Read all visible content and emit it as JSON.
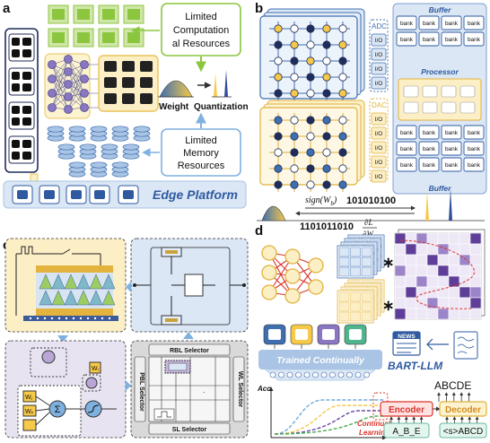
{
  "panels": {
    "a": {
      "label": "a",
      "comp_box": [
        "Limited",
        "Computation",
        "al Resources"
      ],
      "mem_box": [
        "Limited",
        "Memory",
        "Resources"
      ],
      "weight_label": "Weight",
      "quant_label": "Quantization",
      "edge_label": "Edge Platform"
    },
    "b": {
      "label": "b",
      "adc": "ADC",
      "dac": "DAC",
      "io": "I/O",
      "buffer": "Buffer",
      "processor": "Processor",
      "bank": "bank",
      "sign_expr": "sign(W",
      "sign_sub": "b",
      "bits_top": "101010100",
      "bits_bottom": "1101011010",
      "grad_num": "∂L",
      "grad_den": "∂W",
      "grad_sub": "e"
    },
    "c": {
      "label": "c",
      "rbl_selector": "RBL Selector",
      "pbl_selector": "PBL Selector",
      "wl_selector": "WL Selector",
      "sl_selector": "SL Selector",
      "w_labels": [
        "Wᵢ",
        "Wⱼ",
        "Wₖ"
      ],
      "sum_symbol": "Σ"
    },
    "d": {
      "label": "d",
      "trained": "Trained Continually",
      "acc": "Acc.",
      "continual": [
        "Continual",
        "Learning"
      ],
      "bart": "BART-LLM",
      "news": "NEWS",
      "encoder": "Encoder",
      "decoder": "Decoder",
      "enc_input": "A_B_E",
      "dec_input": "<s>ABCD",
      "dec_output": "ABCDE",
      "times": "∗"
    }
  },
  "colors": {
    "yellow": "#f7c948",
    "yellow_fill": "#fcefc6",
    "blue": "#3f6fb0",
    "blue_fill": "#dbe7f5",
    "green": "#8cc63f",
    "purple": "#6a4aa5",
    "red": "#d9342b",
    "navy": "#1f2d5a"
  }
}
